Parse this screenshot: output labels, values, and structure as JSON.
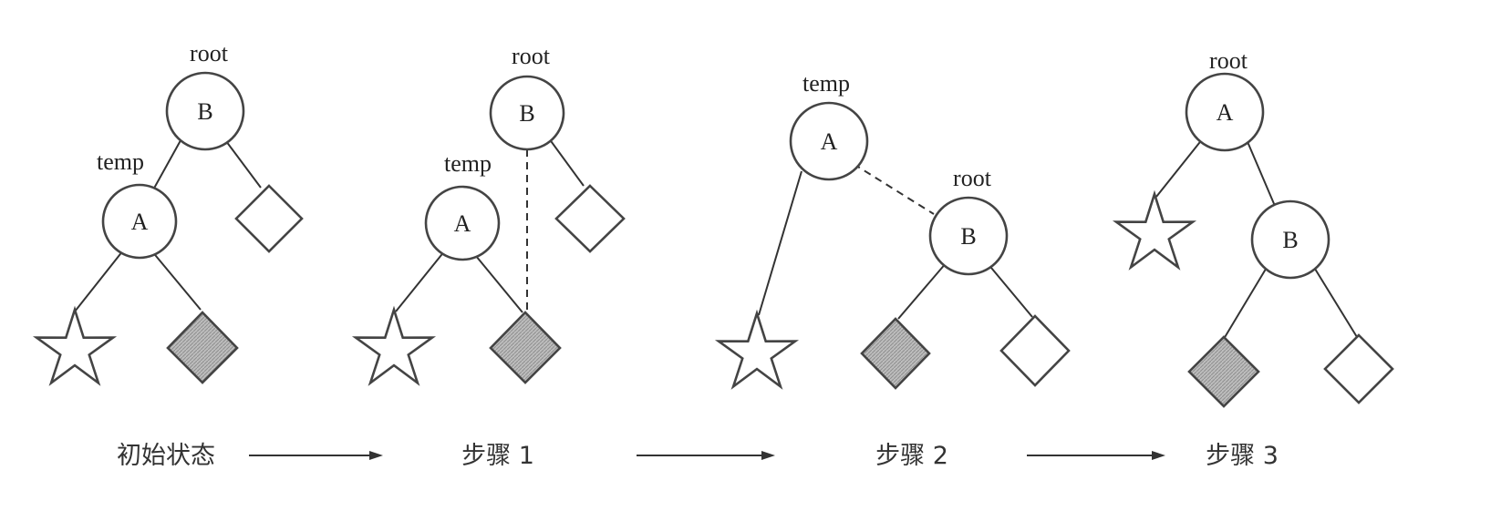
{
  "steps": [
    {
      "caption": "初始状态",
      "pointers": {
        "root": "root",
        "temp": "temp"
      },
      "nodes": [
        {
          "id": "B",
          "letter": "B",
          "role": "root"
        },
        {
          "id": "A",
          "letter": "A",
          "role": "temp"
        }
      ],
      "subtrees": [
        "star",
        "shaded-diamond",
        "white-diamond"
      ],
      "edges": [
        {
          "from": "B",
          "to": "A",
          "style": "solid"
        },
        {
          "from": "B",
          "to": "white-diamond",
          "style": "solid"
        },
        {
          "from": "A",
          "to": "star",
          "style": "solid"
        },
        {
          "from": "A",
          "to": "shaded-diamond",
          "style": "solid"
        }
      ]
    },
    {
      "caption": "步骤 1",
      "pointers": {
        "root": "root",
        "temp": "temp"
      },
      "nodes": [
        {
          "id": "B",
          "letter": "B",
          "role": "root"
        },
        {
          "id": "A",
          "letter": "A",
          "role": "temp"
        }
      ],
      "subtrees": [
        "star",
        "shaded-diamond",
        "white-diamond"
      ],
      "edges": [
        {
          "from": "B",
          "to": "shaded-diamond",
          "style": "dashed"
        },
        {
          "from": "B",
          "to": "white-diamond",
          "style": "solid"
        },
        {
          "from": "A",
          "to": "star",
          "style": "solid"
        },
        {
          "from": "A",
          "to": "shaded-diamond",
          "style": "solid"
        }
      ]
    },
    {
      "caption": "步骤 2",
      "pointers": {
        "root": "root",
        "temp": "temp"
      },
      "nodes": [
        {
          "id": "A",
          "letter": "A",
          "role": "temp"
        },
        {
          "id": "B",
          "letter": "B",
          "role": "root"
        }
      ],
      "subtrees": [
        "star",
        "shaded-diamond",
        "white-diamond"
      ],
      "edges": [
        {
          "from": "A",
          "to": "B",
          "style": "dashed"
        },
        {
          "from": "A",
          "to": "star",
          "style": "solid"
        },
        {
          "from": "B",
          "to": "shaded-diamond",
          "style": "solid"
        },
        {
          "from": "B",
          "to": "white-diamond",
          "style": "solid"
        }
      ]
    },
    {
      "caption": "步骤 3",
      "pointers": {
        "root": "root"
      },
      "nodes": [
        {
          "id": "A",
          "letter": "A",
          "role": "root"
        },
        {
          "id": "B",
          "letter": "B",
          "role": "child"
        }
      ],
      "subtrees": [
        "star",
        "shaded-diamond",
        "white-diamond"
      ],
      "edges": [
        {
          "from": "A",
          "to": "star",
          "style": "solid"
        },
        {
          "from": "A",
          "to": "B",
          "style": "solid"
        },
        {
          "from": "B",
          "to": "shaded-diamond",
          "style": "solid"
        },
        {
          "from": "B",
          "to": "white-diamond",
          "style": "solid"
        }
      ]
    }
  ],
  "colors": {
    "stroke": "#444444",
    "shaded_fill": "#b5b5b5",
    "background": "#ffffff"
  }
}
